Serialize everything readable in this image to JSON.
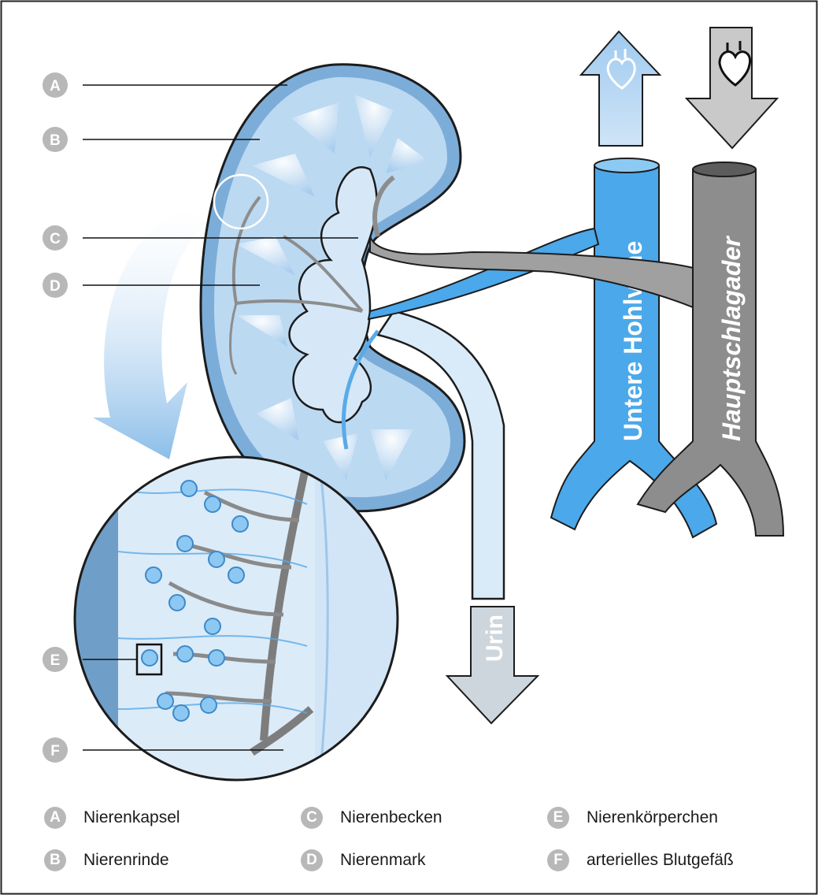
{
  "markers": [
    {
      "letter": "A"
    },
    {
      "letter": "B"
    },
    {
      "letter": "C"
    },
    {
      "letter": "D"
    },
    {
      "letter": "E"
    },
    {
      "letter": "F"
    }
  ],
  "legend": [
    {
      "letter": "A",
      "label": "Nierenkapsel"
    },
    {
      "letter": "B",
      "label": "Nierenrinde"
    },
    {
      "letter": "C",
      "label": "Nierenbecken"
    },
    {
      "letter": "D",
      "label": "Nierenmark"
    },
    {
      "letter": "E",
      "label": "Nierenkörperchen"
    },
    {
      "letter": "F",
      "label": "arterielles Blutgefäß"
    }
  ],
  "vessels": {
    "vein_label": "Untere Hohlvene",
    "artery_label": "Hauptschlagader",
    "urine_label": "Urin"
  },
  "icons": [
    "heart-icon-outline",
    "heart-icon-filled"
  ],
  "colors": {
    "kidney": "#bcd9f2",
    "capsule": "#79a9d1",
    "vein": "#4ba8ea",
    "artery": "#8d8d8d",
    "badge": "#b8b8b8"
  }
}
